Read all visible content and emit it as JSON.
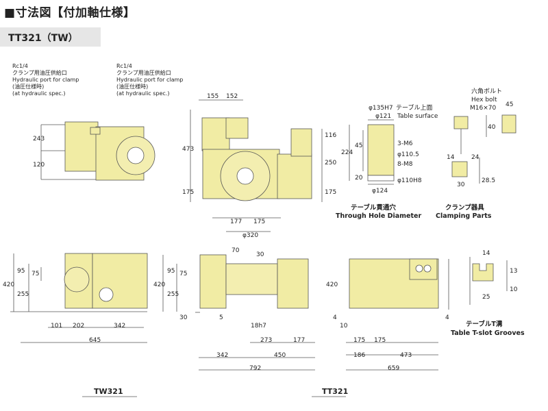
{
  "title": "■寸法図【付加軸仕様】",
  "model": "TT321（TW）",
  "port_note_1": [
    "Rc1/4",
    "クランプ用油圧供給口",
    "Hydraulic port for clamp",
    "(油圧仕様時)",
    "(at hydraulic spec.)"
  ],
  "port_note_2": [
    "Rc1/4",
    "クランプ用油圧供給口",
    "Hydraulic port for clamp",
    "(油圧仕様時)",
    "(at hydraulic spec.)"
  ],
  "through_hole": {
    "caption_jp": "テーブル貫通穴",
    "caption_en": "Through Hole Diameter",
    "surface_jp": "テーブル上面",
    "surface_en": "Table surface",
    "dims": [
      "φ135H7",
      "φ121",
      "3-M6",
      "φ110.5",
      "8-M8",
      "φ110H8",
      "224",
      "45",
      "20",
      "φ124"
    ]
  },
  "clamp": {
    "caption_jp": "クランプ器具",
    "caption_en": "Clamping Parts",
    "bolt_jp": "六角ボルト",
    "bolt_en": "Hex bolt",
    "bolt_size": "M16×70",
    "dims": [
      "45",
      "40",
      "14",
      "24",
      "30",
      "28.5"
    ]
  },
  "tslot": {
    "caption_jp": "テーブルT溝",
    "caption_en": "Table T-slot Grooves",
    "dims": [
      "14",
      "13",
      "10",
      "25"
    ]
  },
  "top_left_dims": [
    "243",
    "120"
  ],
  "top_center_dims": [
    "155",
    "152",
    "473",
    "175",
    "116",
    "250",
    "175"
  ],
  "mid_dims": [
    "177",
    "175",
    "φ320",
    "70",
    "30"
  ],
  "tw_dims": [
    "420",
    "95",
    "75",
    "255",
    "101",
    "202",
    "342",
    "645"
  ],
  "tt_dims": [
    "420",
    "95",
    "75",
    "255",
    "30",
    "5",
    "18h7",
    "273",
    "177",
    "342",
    "450",
    "792",
    "420",
    "4"
  ],
  "right_dims": [
    "10",
    "175",
    "175",
    "186",
    "473",
    "659",
    "4"
  ],
  "labels": {
    "tw": "TW321",
    "tt": "TT321"
  }
}
